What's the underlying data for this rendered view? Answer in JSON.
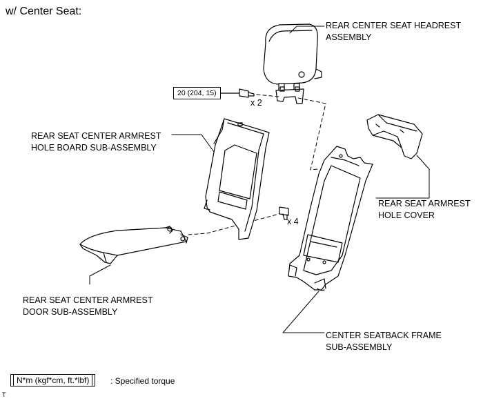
{
  "title": "w/ Center Seat:",
  "callouts": {
    "headrest": [
      "REAR CENTER SEAT HEADREST",
      "ASSEMBLY"
    ],
    "hole_board": [
      "REAR SEAT CENTER ARMREST",
      "HOLE BOARD SUB-ASSEMBLY"
    ],
    "hole_cover": [
      "REAR SEAT ARMREST",
      "HOLE COVER"
    ],
    "armrest_door": [
      "REAR SEAT CENTER ARMREST",
      "DOOR SUB-ASSEMBLY"
    ],
    "seatback_frame": [
      "CENTER SEATBACK FRAME",
      "SUB-ASSEMBLY"
    ]
  },
  "torque": "20 (204, 15)",
  "quantities": {
    "bolt_upper": "x 2",
    "bolt_lower": "x 4"
  },
  "legend": {
    "unit_box": "N*m (kgf*cm, ft.*lbf)",
    "description": ": Specified torque"
  },
  "corner_mark": "T"
}
